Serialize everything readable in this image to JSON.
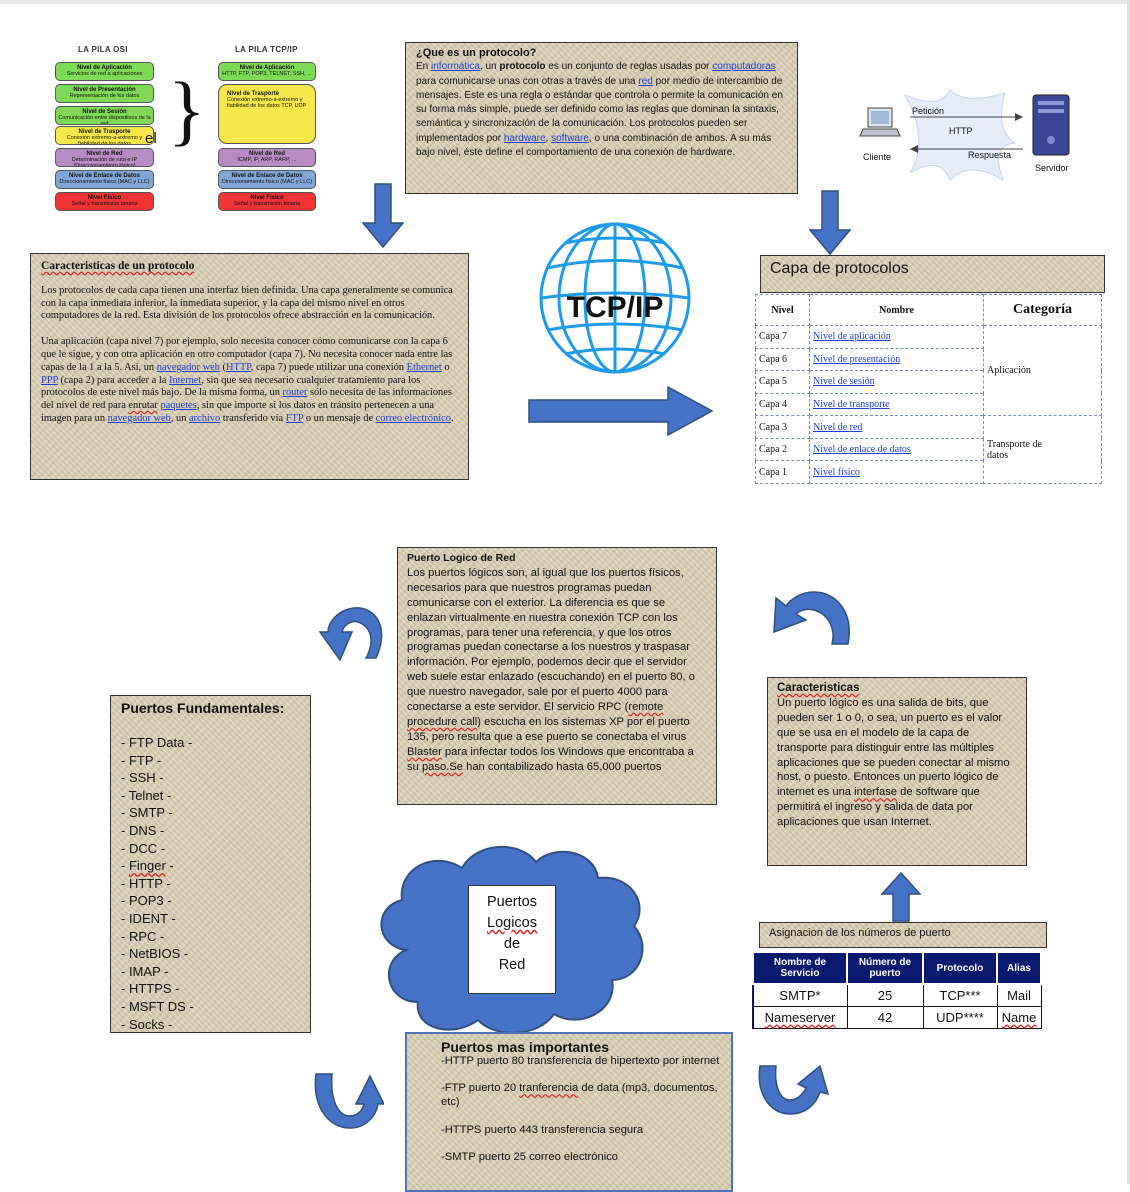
{
  "osi": {
    "title": "LA PILA OSI",
    "brace": "}",
    "stray": "el",
    "layers": [
      {
        "name": "Nivel de Aplicación",
        "desc": "Servicios de red a aplicaciones",
        "color": "#7ed957"
      },
      {
        "name": "Nivel de Presentación",
        "desc": "Representación de los datos",
        "color": "#7ed957"
      },
      {
        "name": "Nivel de Sesión",
        "desc": "Comunicación entre dispositivos de la red",
        "color": "#7ed957"
      },
      {
        "name": "Nivel de Trasporte",
        "desc": "Conexión extremo-a-extremo y fiabilidad de los datos",
        "color": "#f6e84a"
      },
      {
        "name": "Nivel de Red",
        "desc": "Determinación de ruta e IP (Direccionamiento lógico)",
        "color": "#b88ac6"
      },
      {
        "name": "Nivel de Enlace de Datos",
        "desc": "Direccionamiento físico (MAC y LLC)",
        "color": "#7fa7d8"
      },
      {
        "name": "Nivel Físico",
        "desc": "Señal y transmisión binaria",
        "color": "#f03333"
      }
    ]
  },
  "tcpip": {
    "title": "LA PILA TCP/IP",
    "layers": [
      {
        "name": "Nivel de Aplicación",
        "desc": "HTTP, FTP, POP3, TELNET, SSH, ...",
        "color": "#7ed957"
      },
      {
        "name": "Nivel de Trasporte",
        "desc": "Conexión extremo-a-extremo y fiabilidad de los datos TCP, UDP",
        "color": "#f6e84a"
      },
      {
        "name": "Nivel de Red",
        "desc": "ICMP, IP, ARP, RARP, ...",
        "color": "#b88ac6"
      },
      {
        "name": "Nivel de Enlace de Datos",
        "desc": "Direccionamiento físico (MAC y LLC)",
        "color": "#7fa7d8"
      },
      {
        "name": "Nivel Físico",
        "desc": "Señal y transmisión binaria",
        "color": "#f03333"
      }
    ]
  },
  "protocol_box": {
    "title": "¿Que es un protocolo?",
    "t1": "En ",
    "l1": "informática",
    "t2": ", un ",
    "b1": "protocolo",
    "t3": " es un conjunto de reglas usadas por ",
    "l2": "computadoras",
    "t4": " para comunicarse unas con otras a través de una ",
    "l3": "red",
    "t5": " por medio de intercambio de mensajes. Este es una regla o estándar que controla o permite la comunicación en su forma más simple, puede ser definido como las reglas que dominan la sintaxis, semántica y sincronización de la comunicación. Los protocolos pueden ser implementados por ",
    "l4": "hardware",
    "t6": ", ",
    "l5": "software",
    "t7": ", o una combinación de ambos. A su más bajo nivel, éste define el comportamiento de una conexión de hardware."
  },
  "http_diagram": {
    "peticion": "Petición",
    "http": "HTTP",
    "respuesta": "Respuesta",
    "cliente": "Cliente",
    "servidor": "Servidor"
  },
  "caracteristicas_protocolo": {
    "title": "Caracteristicas de un protocolo",
    "p1": "Los protocolos de cada capa tienen una interfaz bien definida. Una capa generalmente se comunica con la capa inmediata inferior, la inmediata superior, y la capa del mismo nivel en otros computadores de la red. Esta división de los protocolos ofrece abstracción en la comunicación.",
    "p2a": "Una aplicación (capa nivel 7) por ejemplo, solo necesita conocer cómo comunicarse con la capa 6 que le sigue, y con otra aplicación en otro computador (capa 7). No necesita conocer nada entre las capas de la 1 a la 5. Así, un ",
    "p2l1": "navegador web",
    "p2b": " (",
    "p2l2": "HTTP",
    "p2c": ", capa 7) puede utilizar una conexión ",
    "p2l3": "Ethernet",
    "p2d": " o ",
    "p2l4": "PPP",
    "p2e": " (capa 2) para acceder a la ",
    "p2l5": "Internet",
    "p2f": ", sin que sea necesario cualquier tratamiento para los protocolos de este nivel más bajo. De la misma forma, un ",
    "p2l6": "router",
    "p2g": " sólo necesita de las informaciones del nivel de red para ",
    "p2s1": "enrutar",
    "p2h": " ",
    "p2l7": "paquetes",
    "p2i": ", sin que importe si los datos en tránsito pertenecen a una imagen para un ",
    "p2l8": "navegador web",
    "p2j": ", un ",
    "p2l9": "archivo",
    "p2k": " transferido vía ",
    "p2l10": "FTP",
    "p2m": " o un mensaje de ",
    "p2l11": "correo electrónico",
    "p2n": "."
  },
  "globe": {
    "label": "TCP/IP"
  },
  "capa_protocolos": {
    "title": "Capa de protocolos",
    "headers": [
      "Nivel",
      "Nombre",
      "Categoría"
    ],
    "rows": [
      {
        "nivel": "Capa 7",
        "nombre": "Nivel de aplicación"
      },
      {
        "nivel": "Capa 6",
        "nombre": "Nivel de presentación"
      },
      {
        "nivel": "Capa 5",
        "nombre": "Nivel de sesión"
      },
      {
        "nivel": "Capa 4",
        "nombre": "Nivel de transporte"
      },
      {
        "nivel": "Capa 3",
        "nombre": "Nivel de red"
      },
      {
        "nivel": "Capa 2",
        "nombre": "Nivel de enlace de datos"
      },
      {
        "nivel": "Capa 1",
        "nombre": "Nivel físico"
      }
    ],
    "cat_aplicacion": "Aplicación",
    "cat_transporte": "Transporte de datos"
  },
  "puerto_logico": {
    "title": "Puerto Logico de Red",
    "t1": "Los puertos lógicos son, al igual que los puertos físicos, necesarios para que nuestros programas puedan comunicarse con el exterior. La diferencia es que se enlazan virtualmente en nuestra conexión TCP con los programas, para tener una referencia, y que los otros programas puedan conectarse a los nuestros y traspasar información. Por ejemplo, podemos decir que el servidor web suele estar enlazado (escuchando) en el puerto 80, o que nuestro navegador, sale por el puerto 4000 para conectarse a este servidor. El servicio RPC (",
    "s1": "remote procedure call",
    "t2": ") escucha en los sistemas XP por el puerto 135, pero resulta que a ese puerto se conectaba el virus ",
    "s2": "Blaster",
    "t3": " para infectar todos los Windows que encontraba a su ",
    "s3": "paso.Se",
    "t4": " han contabilizado hasta 65,000 puertos"
  },
  "puertos_fundamentales": {
    "title": "Puertos Fundamentales:",
    "items": [
      "- FTP Data -",
      "- FTP -",
      "- SSH -",
      "- Telnet -",
      "- SMTP -",
      "- DNS -",
      "- DCC -",
      "- Finger -",
      "- HTTP -",
      "- POP3 -",
      "- IDENT -",
      "- RPC -",
      "- NetBIOS -",
      "- IMAP -",
      "- HTTPS -",
      "- MSFT DS -",
      "- Socks -"
    ]
  },
  "caracteristicas_puerto": {
    "title": "Caracteristicas",
    "t1": "Un puerto lógico es una salida de bits, que pueden ser 1 o 0, o sea, un puerto es el valor que se usa en el modelo de la capa de transporte para distinguir entre las múltiples aplicaciones que se pueden conectar al mismo host, o puesto. Entonces un puerto lógico de internet es una ",
    "s1": "interfase",
    "t2": " de software que permitirá el ingreso y salida de data por aplicaciones que usan Internet."
  },
  "cloud": {
    "l1": "Puertos",
    "l2": "Logicos",
    "l3": "de",
    "l4": "Red"
  },
  "asignacion": {
    "title": "Asignacion de los números de puerto",
    "headers": [
      "Nombre de Servicio",
      "Número de puerto",
      "Protocolo",
      "Alias"
    ],
    "rows": [
      [
        "SMTP*",
        "25",
        "TCP***",
        "Mail"
      ],
      [
        "Nameserver",
        "42",
        "UDP****",
        "Name"
      ]
    ]
  },
  "puertos_importantes": {
    "title": "Puertos mas importantes",
    "i1": "-HTTP puerto 80 transferencia de hipertexto por internet",
    "i2a": "-FTP puerto 20 ",
    "i2s": "tranferencia",
    "i2b": " de data (mp3, documentos, etc)",
    "i3": "-HTTPS puerto 443 transferencia segura",
    "i4": "-SMTP puerto 25 correo electrónico"
  },
  "colors": {
    "arrow_blue": "#4472c4",
    "arrow_dark": "#2f4f7f",
    "globe_blue": "#1e9be8",
    "header_navy": "#0a1a6e"
  }
}
